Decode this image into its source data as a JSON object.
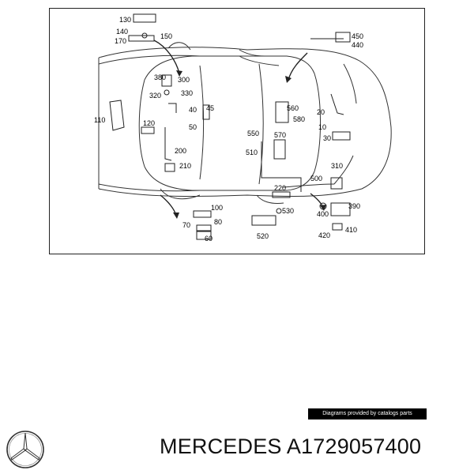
{
  "diagram": {
    "part_labels": {
      "p130": "130",
      "p140": "140",
      "p150": "150",
      "p170": "170",
      "p380": "380",
      "p300": "300",
      "p320": "320",
      "p330": "330",
      "p40": "40",
      "p45": "45",
      "p50": "50",
      "p110": "110",
      "p120": "120",
      "p200": "200",
      "p210": "210",
      "p450": "450",
      "p440": "440",
      "p560": "560",
      "p580": "580",
      "p550": "550",
      "p570": "570",
      "p510": "510",
      "p20": "20",
      "p10": "10",
      "p30": "30",
      "p310": "310",
      "p500": "500",
      "p220": "220",
      "p100": "100",
      "p70": "70",
      "p80": "80",
      "p60": "60",
      "p530": "530",
      "p520": "520",
      "p390": "390",
      "p400": "400",
      "p410": "410",
      "p420": "420"
    }
  },
  "footer": {
    "credit": "Diagrams provided by catalogs parts",
    "brand_title": "MERCEDES A1729057400"
  },
  "colors": {
    "line": "#222222",
    "background": "#ffffff",
    "credit_bg": "#000000"
  },
  "icons": {
    "brand_logo": "mercedes-star-icon"
  }
}
